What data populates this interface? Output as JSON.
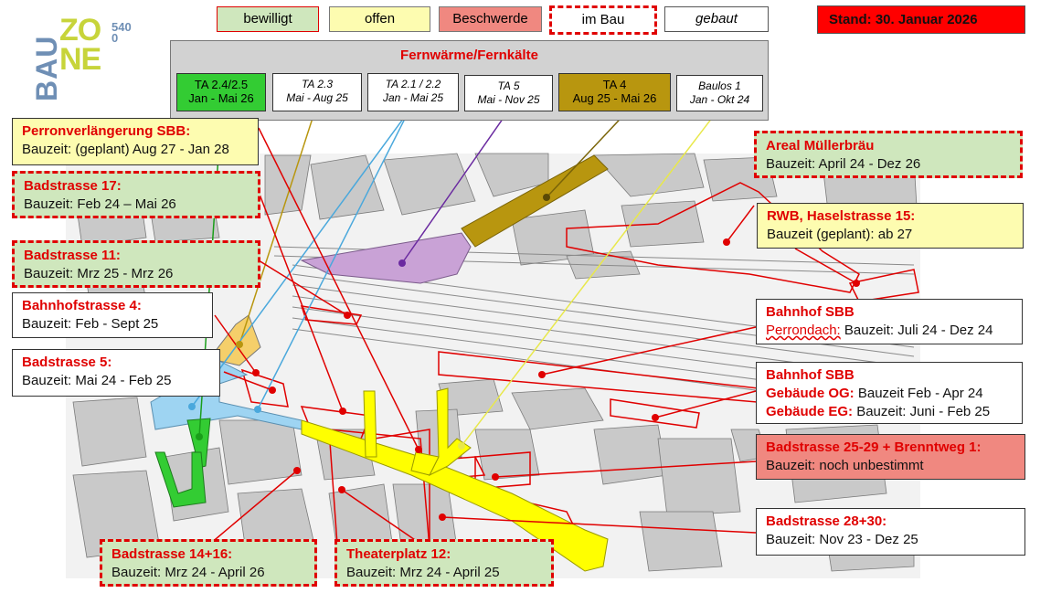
{
  "logo": {
    "bau": "BAU",
    "zo": "ZO",
    "ne": "NE",
    "code": "5400"
  },
  "legend": {
    "approved": "bewilligt",
    "open": "offen",
    "complaint": "Beschwerde",
    "in_construction": "im Bau",
    "built": "gebaut"
  },
  "status_date": "Stand: 30. Januar 2026",
  "district_heating": {
    "title": "Fernwärme/Fernkälte",
    "sections": [
      {
        "name": "TA 2.4/2.5",
        "dates": "Jan - Mai 26"
      },
      {
        "name": "TA 2.3",
        "dates": "Mai - Aug 25"
      },
      {
        "name": "TA 2.1 / 2.2",
        "dates": "Jan - Mai 25"
      },
      {
        "name": "TA 5",
        "dates": "Mai - Nov 25"
      },
      {
        "name": "TA 4",
        "dates": "Aug 25 - Mai 26"
      },
      {
        "name": "Baulos 1",
        "dates": "Jan - Okt 24"
      }
    ]
  },
  "projects": {
    "perron": {
      "title": "Perronverlängerung SBB:",
      "body": "Bauzeit: (geplant) Aug 27 - Jan 28"
    },
    "bad17": {
      "title": "Badstrasse 17:",
      "body": "Bauzeit: Feb 24 – Mai 26"
    },
    "bad11": {
      "title": "Badstrasse 11:",
      "body": "Bauzeit: Mrz 25 - Mrz 26"
    },
    "bhf4": {
      "title": "Bahnhofstrasse 4:",
      "body": "Bauzeit: Feb - Sept 25"
    },
    "bad5": {
      "title": "Badstrasse 5:",
      "body": "Bauzeit: Mai 24 - Feb 25"
    },
    "mueller": {
      "title": "Areal Müllerbräu",
      "body": "Bauzeit: April 24 - Dez 26"
    },
    "rwb": {
      "title": "RWB, Haselstrasse 15:",
      "body": "Bauzeit (geplant): ab 27"
    },
    "sbb1": {
      "title": "Bahnhof SBB",
      "label": "Perrondach:",
      "body": "Bauzeit: Juli 24 - Dez 24"
    },
    "sbb2": {
      "title": "Bahnhof SBB",
      "og_label": "Gebäude OG:",
      "og_body": "Bauzeit Feb - Apr 24",
      "eg_label": "Gebäude EG:",
      "eg_body": "Bauzeit: Juni - Feb 25"
    },
    "bad25": {
      "title": "Badstrasse 25-29 + Brenntweg 1:",
      "body": "Bauzeit: noch unbestimmt"
    },
    "bad28": {
      "title": "Badstrasse 28+30:",
      "body": "Bauzeit: Nov 23 - Dez 25"
    },
    "bad14": {
      "title": "Badstrasse 14+16:",
      "body": "Bauzeit: Mrz 24 - April 26"
    },
    "theater": {
      "title": "Theaterplatz 12:",
      "body": "Bauzeit: Mrz 24 - April 25"
    }
  },
  "colors": {
    "approved": "#cfe7bd",
    "open": "#fdfcb0",
    "complaint": "#f08880",
    "status": "#ff0000",
    "accent": "#e00000",
    "ta24": "#33cc33",
    "ta4": "#b8960f",
    "ta5": "#c9a2d6",
    "street": "#ffff00",
    "fw": "#9ed4f2"
  }
}
